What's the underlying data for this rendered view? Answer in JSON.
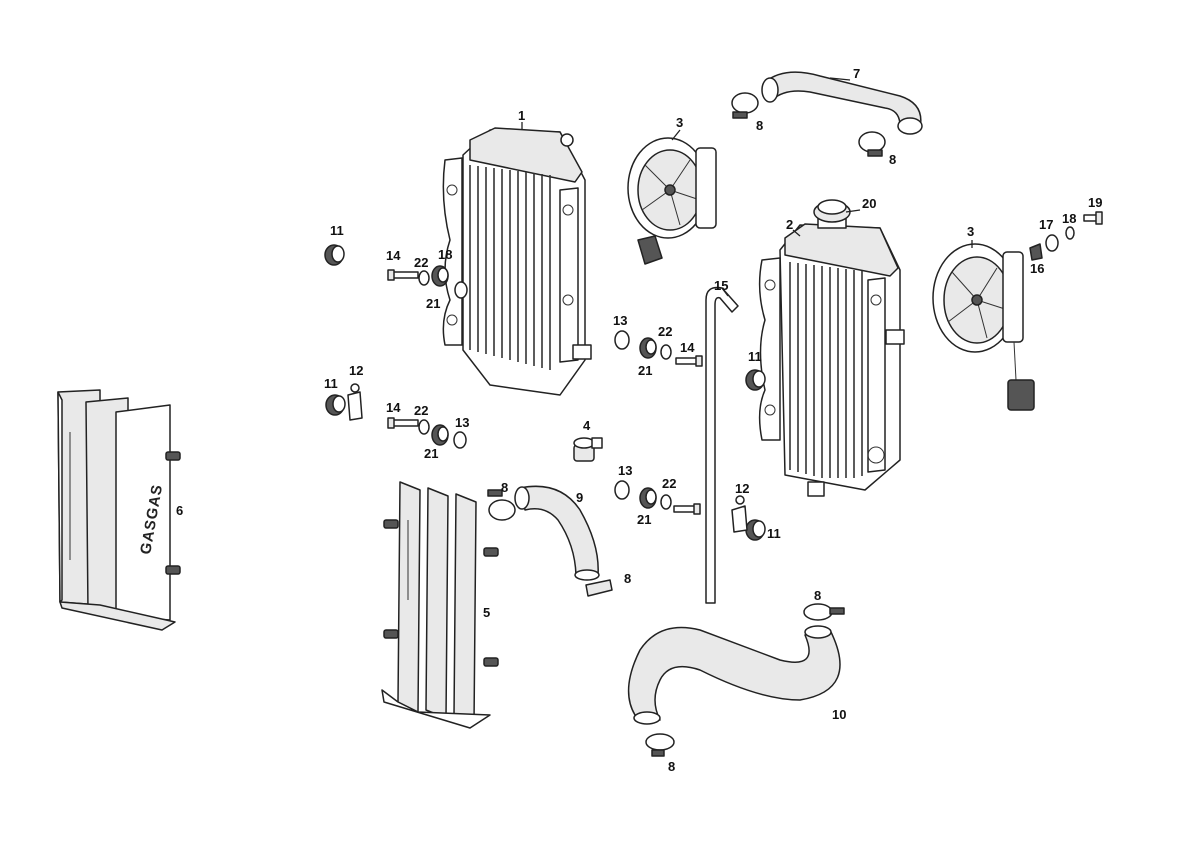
{
  "callouts": [
    {
      "id": "c1",
      "text": "1"
    },
    {
      "id": "c2",
      "text": "2"
    },
    {
      "id": "c3a",
      "text": "3"
    },
    {
      "id": "c3b",
      "text": "3"
    },
    {
      "id": "c4",
      "text": "4"
    },
    {
      "id": "c5",
      "text": "5"
    },
    {
      "id": "c6",
      "text": "6"
    },
    {
      "id": "c7",
      "text": "7"
    },
    {
      "id": "c8a",
      "text": "8"
    },
    {
      "id": "c8b",
      "text": "8"
    },
    {
      "id": "c8c",
      "text": "8"
    },
    {
      "id": "c8d",
      "text": "8"
    },
    {
      "id": "c8e",
      "text": "8"
    },
    {
      "id": "c8f",
      "text": "8"
    },
    {
      "id": "c9",
      "text": "9"
    },
    {
      "id": "c10",
      "text": "10"
    },
    {
      "id": "c11a",
      "text": "11"
    },
    {
      "id": "c11b",
      "text": "11"
    },
    {
      "id": "c11c",
      "text": "11"
    },
    {
      "id": "c11d",
      "text": "11"
    },
    {
      "id": "c12a",
      "text": "12"
    },
    {
      "id": "c12b",
      "text": "12"
    },
    {
      "id": "c13a",
      "text": "13"
    },
    {
      "id": "c13b",
      "text": "13"
    },
    {
      "id": "c13c",
      "text": "13"
    },
    {
      "id": "c14a",
      "text": "14"
    },
    {
      "id": "c14b",
      "text": "14"
    },
    {
      "id": "c14c",
      "text": "14"
    },
    {
      "id": "c15",
      "text": "15"
    },
    {
      "id": "c16",
      "text": "16"
    },
    {
      "id": "c17",
      "text": "17"
    },
    {
      "id": "c18a",
      "text": "18"
    },
    {
      "id": "c18b",
      "text": "18"
    },
    {
      "id": "c19",
      "text": "19"
    },
    {
      "id": "c20",
      "text": "20"
    },
    {
      "id": "c21a",
      "text": "21"
    },
    {
      "id": "c21b",
      "text": "21"
    },
    {
      "id": "c21c",
      "text": "21"
    },
    {
      "id": "c21d",
      "text": "21"
    },
    {
      "id": "c22a",
      "text": "22"
    },
    {
      "id": "c22b",
      "text": "22"
    },
    {
      "id": "c22c",
      "text": "22"
    },
    {
      "id": "c22d",
      "text": "22"
    }
  ],
  "logo_text": "GASGAS",
  "colors": {
    "line": "#222222",
    "background": "#ffffff",
    "shade": "#e9e9e9"
  }
}
